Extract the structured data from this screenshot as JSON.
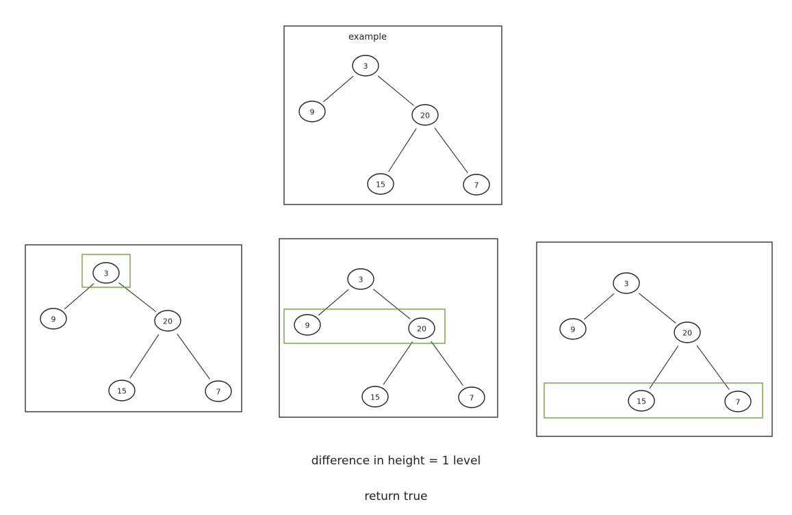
{
  "example_label": "example",
  "tree": {
    "nodes": [
      {
        "id": "n3",
        "label": "3"
      },
      {
        "id": "n9",
        "label": "9"
      },
      {
        "id": "n20",
        "label": "20"
      },
      {
        "id": "n15",
        "label": "15"
      },
      {
        "id": "n7",
        "label": "7"
      }
    ],
    "edges": [
      {
        "from": "n3",
        "to": "n9"
      },
      {
        "from": "n3",
        "to": "n20"
      },
      {
        "from": "n20",
        "to": "n15"
      },
      {
        "from": "n20",
        "to": "n7"
      }
    ]
  },
  "panels": [
    {
      "id": "example",
      "highlight": []
    },
    {
      "id": "level-1",
      "highlight": [
        "n3"
      ]
    },
    {
      "id": "level-2",
      "highlight": [
        "n9",
        "n20"
      ]
    },
    {
      "id": "level-3",
      "highlight": [
        "n15",
        "n7"
      ]
    }
  ],
  "captions": {
    "difference": "difference in height = 1 level",
    "result": "return true"
  },
  "colors": {
    "highlight": "#5a9e2f",
    "stroke": "#222222"
  }
}
